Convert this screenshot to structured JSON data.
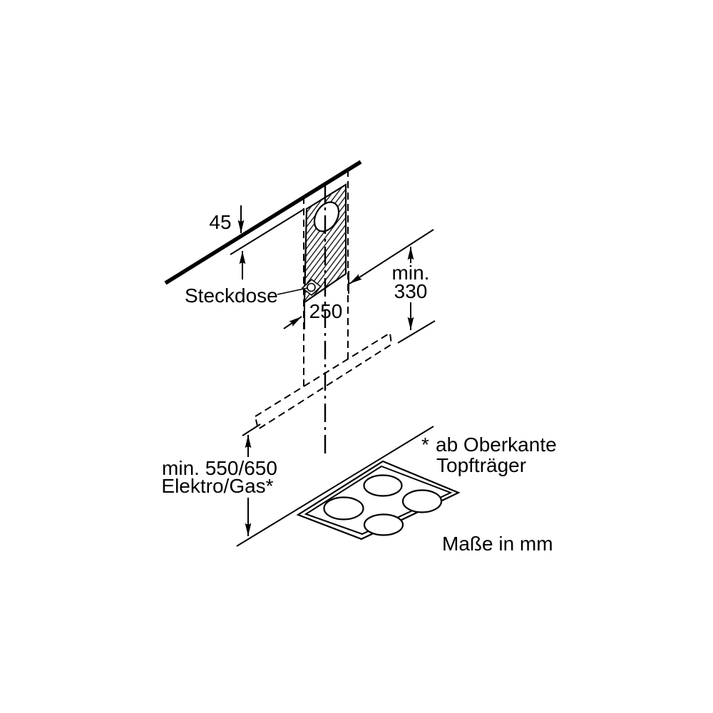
{
  "diagram": {
    "kind": "range-hood-installation-diagram",
    "labels": {
      "wall_offset": "45",
      "socket": "Steckdose",
      "duct_width": "250",
      "min_top_line1": "min.",
      "min_top_line2": "330",
      "min_bottom_line1": "min. 550/650",
      "min_bottom_line2": "Elektro/Gas*",
      "footnote_marker": "*",
      "footnote_line1": "ab Oberkante",
      "footnote_line2": "Topfträger",
      "units_note": "Maße in mm"
    },
    "colors": {
      "line": "#000000",
      "background": "#ffffff"
    }
  }
}
